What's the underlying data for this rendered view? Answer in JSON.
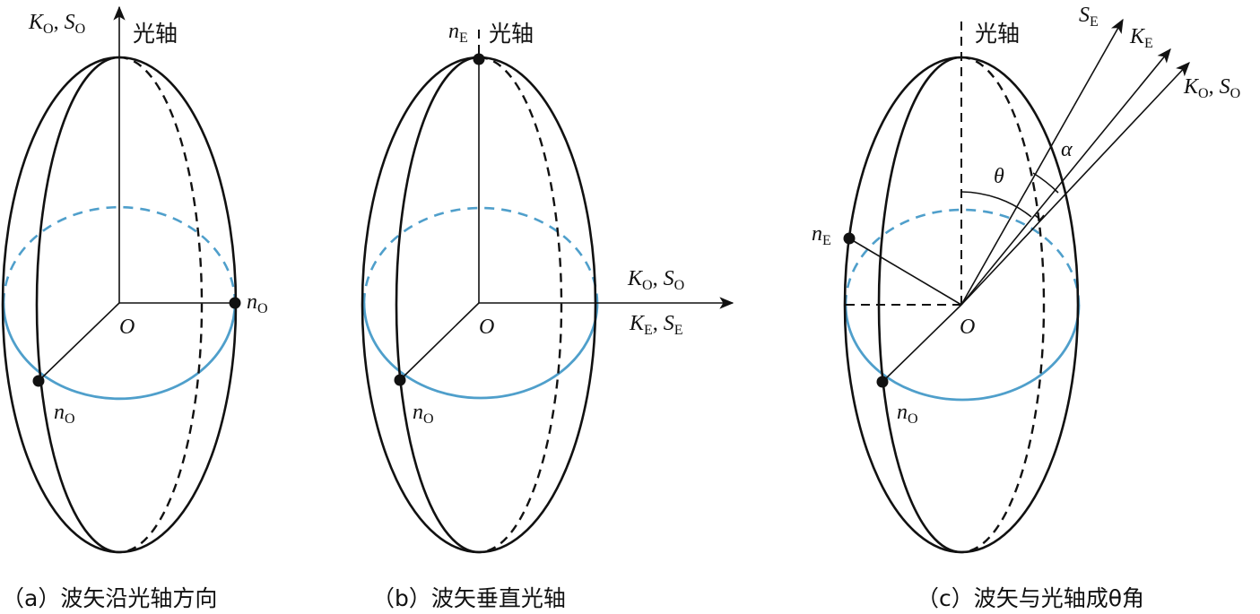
{
  "colors": {
    "ink": "#111111",
    "circle_blue": "#4f9fcb"
  },
  "panels": [
    {
      "caption": "（a）波矢沿光轴方向",
      "axis_label": "光轴",
      "top_vector": {
        "sym1": "K",
        "sub1": "O",
        "sep": ", ",
        "sym2": "S",
        "sub2": "O"
      },
      "origin": "O",
      "n_o_right": {
        "sym": "n",
        "sub": "O"
      },
      "n_o_front": {
        "sym": "n",
        "sub": "O"
      }
    },
    {
      "caption": "（b）波矢垂直光轴",
      "axis_label": "光轴",
      "n_e_top": {
        "sym": "n",
        "sub": "E"
      },
      "origin": "O",
      "vec_upper": {
        "sym1": "K",
        "sub1": "O",
        "sep": ", ",
        "sym2": "S",
        "sub2": "O"
      },
      "vec_lower": {
        "sym1": "K",
        "sub1": "E",
        "sep": ", ",
        "sym2": "S",
        "sub2": "E"
      },
      "n_o_front": {
        "sym": "n",
        "sub": "O"
      }
    },
    {
      "caption": "（c）波矢与光轴成θ角",
      "axis_label": "光轴",
      "origin": "O",
      "theta": "θ",
      "alpha": "α",
      "s_e": {
        "sym": "S",
        "sub": "E"
      },
      "k_e": {
        "sym": "K",
        "sub": "E"
      },
      "k_o_s_o": {
        "sym1": "K",
        "sub1": "O",
        "sep": ", ",
        "sym2": "S",
        "sub2": "O"
      },
      "n_e_left": {
        "sym": "n",
        "sub": "E"
      },
      "n_o_front": {
        "sym": "n",
        "sub": "O"
      }
    }
  ]
}
